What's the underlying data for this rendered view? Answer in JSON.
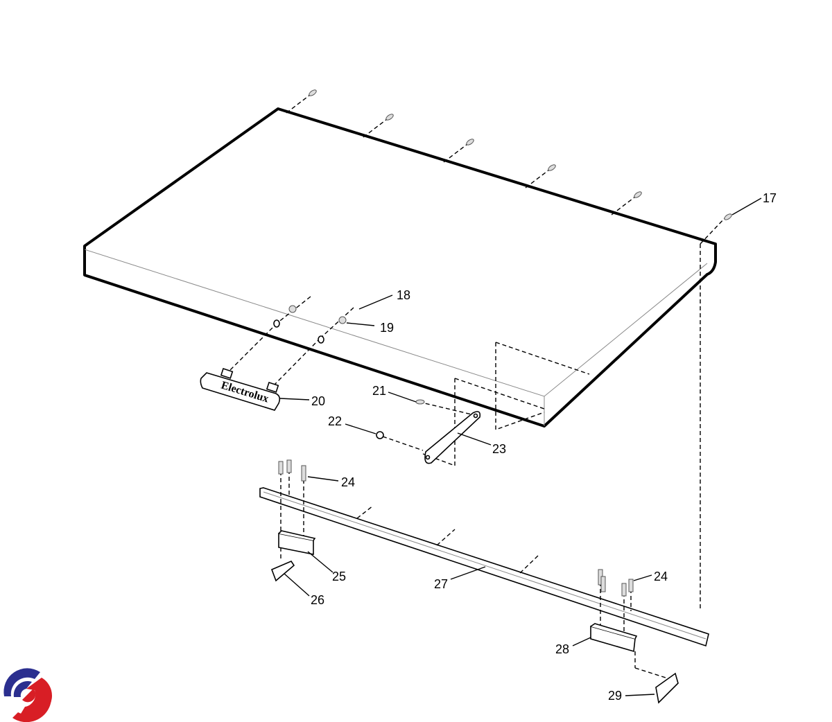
{
  "diagram": {
    "callouts": [
      "17",
      "18",
      "19",
      "20",
      "21",
      "22",
      "23",
      "24",
      "24",
      "25",
      "26",
      "27",
      "28",
      "29"
    ],
    "badge_text": "Electrolux",
    "logo_colors": {
      "blue": "#2b2f8f",
      "red": "#d81e25"
    }
  }
}
